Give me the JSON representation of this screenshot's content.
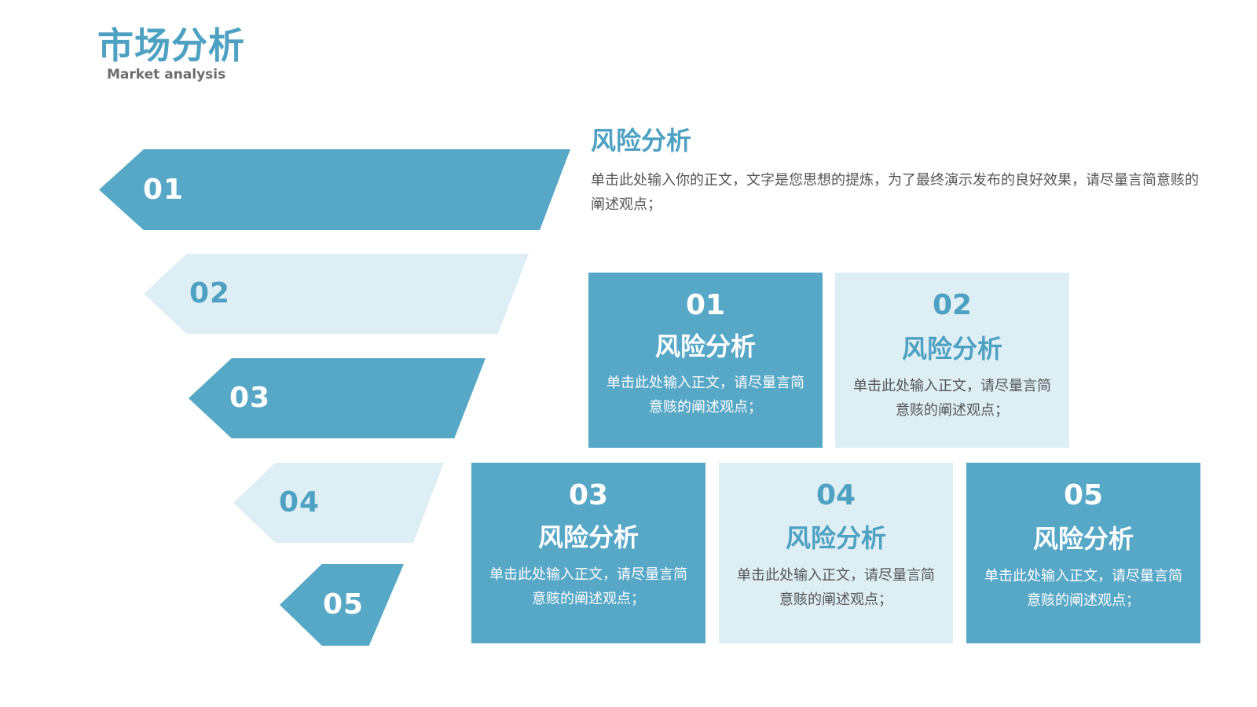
{
  "header": {
    "title": "市场分析",
    "subtitle": "Market analysis"
  },
  "funnel": [
    {
      "num": "01",
      "style": "dark"
    },
    {
      "num": "02",
      "style": "light"
    },
    {
      "num": "03",
      "style": "dark"
    },
    {
      "num": "04",
      "style": "light"
    },
    {
      "num": "05",
      "style": "dark"
    }
  ],
  "intro": {
    "heading": "风险分析",
    "body": "单击此处输入你的正文，文字是您思想的提炼，为了最终演示发布的良好效果，请尽量言简意赅的阐述观点；"
  },
  "cards": [
    {
      "num": "01",
      "heading": "风险分析",
      "body": "单击此处输入正文，请尽量言简意赅的阐述观点；",
      "style": "dark"
    },
    {
      "num": "02",
      "heading": "风险分析",
      "body": "单击此处输入正文，请尽量言简意赅的阐述观点；",
      "style": "light"
    },
    {
      "num": "03",
      "heading": "风险分析",
      "body": "单击此处输入正文，请尽量言简意赅的阐述观点；",
      "style": "dark"
    },
    {
      "num": "04",
      "heading": "风险分析",
      "body": "单击此处输入正文，请尽量言简意赅的阐述观点；",
      "style": "light"
    },
    {
      "num": "05",
      "heading": "风险分析",
      "body": "单击此处输入正文，请尽量言简意赅的阐述观点；",
      "style": "dark"
    }
  ],
  "colors": {
    "accent": "#57a7c7",
    "accent_text": "#4ea1c2",
    "light_fill": "#deeef5",
    "body_text": "#555555"
  }
}
